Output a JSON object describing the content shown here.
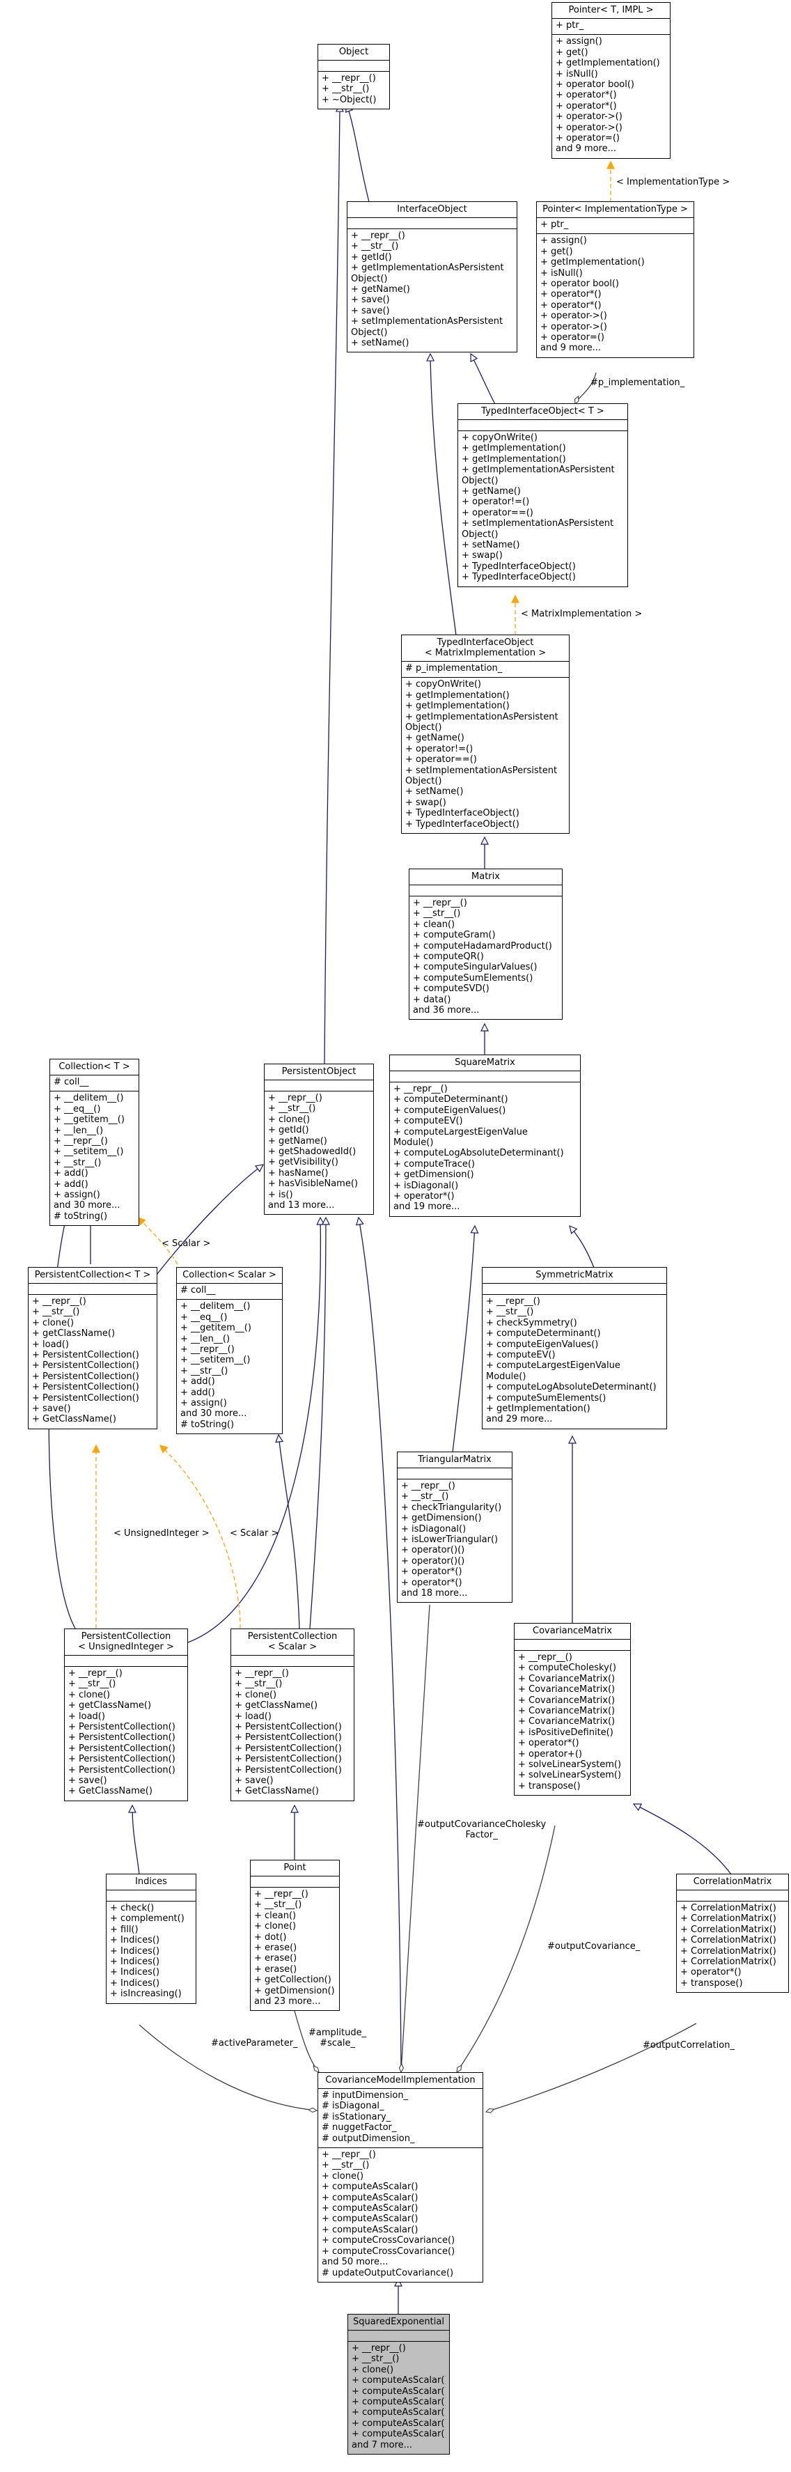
{
  "nodes": {
    "pointer_t_impl": {
      "title": [
        "Pointer< T, IMPL >"
      ],
      "attributes": [
        "+ ptr_"
      ],
      "methods": [
        "+ assign()",
        "+ get()",
        "+ getImplementation()",
        "+ isNull()",
        "+ operator bool()",
        "+ operator*()",
        "+ operator*()",
        "+ operator->()",
        "+ operator->()",
        "+ operator=()",
        "and 9 more..."
      ]
    },
    "object": {
      "title": [
        "Object"
      ],
      "attributes": [],
      "methods": [
        "+ __repr__()",
        "+ __str__()",
        "+ ~Object()"
      ]
    },
    "interface_object": {
      "title": [
        "InterfaceObject"
      ],
      "attributes": [],
      "methods": [
        "+ __repr__()",
        "+ __str__()",
        "+ getId()",
        "+ getImplementationAsPersistent",
        "Object()",
        "+ getName()",
        "+ save()",
        "+ save()",
        "+ setImplementationAsPersistent",
        "Object()",
        "+ setName()"
      ]
    },
    "pointer_impl_type": {
      "title": [
        "Pointer< ImplementationType >"
      ],
      "attributes": [
        "+ ptr_"
      ],
      "methods": [
        "+ assign()",
        "+ get()",
        "+ getImplementation()",
        "+ isNull()",
        "+ operator bool()",
        "+ operator*()",
        "+ operator*()",
        "+ operator->()",
        "+ operator->()",
        "+ operator=()",
        "and 9 more..."
      ]
    },
    "typed_interface_object_t": {
      "title": [
        "TypedInterfaceObject< T >"
      ],
      "attributes": [],
      "methods": [
        "+ copyOnWrite()",
        "+ getImplementation()",
        "+ getImplementation()",
        "+ getImplementationAsPersistent",
        "Object()",
        "+ getName()",
        "+ operator!=()",
        "+ operator==()",
        "+ setImplementationAsPersistent",
        "Object()",
        "+ setName()",
        "+ swap()",
        "+ TypedInterfaceObject()",
        "+ TypedInterfaceObject()"
      ]
    },
    "typed_interface_object_matrix": {
      "title": [
        "TypedInterfaceObject",
        "< MatrixImplementation >"
      ],
      "attributes": [
        "# p_implementation_"
      ],
      "methods": [
        "+ copyOnWrite()",
        "+ getImplementation()",
        "+ getImplementation()",
        "+ getImplementationAsPersistent",
        "Object()",
        "+ getName()",
        "+ operator!=()",
        "+ operator==()",
        "+ setImplementationAsPersistent",
        "Object()",
        "+ setName()",
        "+ swap()",
        "+ TypedInterfaceObject()",
        "+ TypedInterfaceObject()"
      ]
    },
    "matrix": {
      "title": [
        "Matrix"
      ],
      "attributes": [],
      "methods": [
        "+ __repr__()",
        "+ __str__()",
        "+ clean()",
        "+ computeGram()",
        "+ computeHadamardProduct()",
        "+ computeQR()",
        "+ computeSingularValues()",
        "+ computeSumElements()",
        "+ computeSVD()",
        "+ data()",
        "and 36 more..."
      ]
    },
    "collection_t": {
      "title": [
        "Collection< T >"
      ],
      "attributes": [
        "# coll__"
      ],
      "methods": [
        "+ __delitem__()",
        "+ __eq__()",
        "+ __getitem__()",
        "+ __len__()",
        "+ __repr__()",
        "+ __setitem__()",
        "+ __str__()",
        "+ add()",
        "+ add()",
        "+ assign()",
        "and 30 more...",
        "# toString()"
      ]
    },
    "persistent_object": {
      "title": [
        "PersistentObject"
      ],
      "attributes": [],
      "methods": [
        "+ __repr__()",
        "+ __str__()",
        "+ clone()",
        "+ getId()",
        "+ getName()",
        "+ getShadowedId()",
        "+ getVisibility()",
        "+ hasName()",
        "+ hasVisibleName()",
        "+ is()",
        "and 13 more..."
      ]
    },
    "square_matrix": {
      "title": [
        "SquareMatrix"
      ],
      "attributes": [],
      "methods": [
        "+ __repr__()",
        "+ computeDeterminant()",
        "+ computeEigenValues()",
        "+ computeEV()",
        "+ computeLargestEigenValue",
        "Module()",
        "+ computeLogAbsoluteDeterminant()",
        "+ computeTrace()",
        "+ getDimension()",
        "+ isDiagonal()",
        "+ operator*()",
        "and 19 more..."
      ]
    },
    "persistent_collection_t": {
      "title": [
        "PersistentCollection< T >"
      ],
      "attributes": [],
      "methods": [
        "+ __repr__()",
        "+ __str__()",
        "+ clone()",
        "+ getClassName()",
        "+ load()",
        "+ PersistentCollection()",
        "+ PersistentCollection()",
        "+ PersistentCollection()",
        "+ PersistentCollection()",
        "+ PersistentCollection()",
        "+ save()",
        "+ GetClassName()"
      ]
    },
    "collection_scalar": {
      "title": [
        "Collection< Scalar >"
      ],
      "attributes": [
        "# coll__"
      ],
      "methods": [
        "+ __delitem__()",
        "+ __eq__()",
        "+ __getitem__()",
        "+ __len__()",
        "+ __repr__()",
        "+ __setitem__()",
        "+ __str__()",
        "+ add()",
        "+ add()",
        "+ assign()",
        "and 30 more...",
        "# toString()"
      ]
    },
    "symmetric_matrix": {
      "title": [
        "SymmetricMatrix"
      ],
      "attributes": [],
      "methods": [
        "+ __repr__()",
        "+ __str__()",
        "+ checkSymmetry()",
        "+ computeDeterminant()",
        "+ computeEigenValues()",
        "+ computeEV()",
        "+ computeLargestEigenValue",
        "Module()",
        "+ computeLogAbsoluteDeterminant()",
        "+ computeSumElements()",
        "+ getImplementation()",
        "and 29 more..."
      ]
    },
    "triangular_matrix": {
      "title": [
        "TriangularMatrix"
      ],
      "attributes": [],
      "methods": [
        "+ __repr__()",
        "+ __str__()",
        "+ checkTriangularity()",
        "+ getDimension()",
        "+ isDiagonal()",
        "+ isLowerTriangular()",
        "+ operator()()",
        "+ operator()()",
        "+ operator*()",
        "+ operator*()",
        "and 18 more..."
      ]
    },
    "persistent_collection_uint": {
      "title": [
        "PersistentCollection",
        "< UnsignedInteger >"
      ],
      "attributes": [],
      "methods": [
        "+ __repr__()",
        "+ __str__()",
        "+ clone()",
        "+ getClassName()",
        "+ load()",
        "+ PersistentCollection()",
        "+ PersistentCollection()",
        "+ PersistentCollection()",
        "+ PersistentCollection()",
        "+ PersistentCollection()",
        "+ save()",
        "+ GetClassName()"
      ]
    },
    "persistent_collection_scalar": {
      "title": [
        "PersistentCollection",
        "< Scalar >"
      ],
      "attributes": [],
      "methods": [
        "+ __repr__()",
        "+ __str__()",
        "+ clone()",
        "+ getClassName()",
        "+ load()",
        "+ PersistentCollection()",
        "+ PersistentCollection()",
        "+ PersistentCollection()",
        "+ PersistentCollection()",
        "+ PersistentCollection()",
        "+ save()",
        "+ GetClassName()"
      ]
    },
    "covariance_matrix": {
      "title": [
        "CovarianceMatrix"
      ],
      "attributes": [],
      "methods": [
        "+ __repr__()",
        "+ computeCholesky()",
        "+ CovarianceMatrix()",
        "+ CovarianceMatrix()",
        "+ CovarianceMatrix()",
        "+ CovarianceMatrix()",
        "+ CovarianceMatrix()",
        "+ isPositiveDefinite()",
        "+ operator*()",
        "+ operator+()",
        "+ solveLinearSystem()",
        "+ solveLinearSystem()",
        "+ transpose()"
      ]
    },
    "indices": {
      "title": [
        "Indices"
      ],
      "attributes": [],
      "methods": [
        "+ check()",
        "+ complement()",
        "+ fill()",
        "+ Indices()",
        "+ Indices()",
        "+ Indices()",
        "+ Indices()",
        "+ Indices()",
        "+ isIncreasing()"
      ]
    },
    "point": {
      "title": [
        "Point"
      ],
      "attributes": [],
      "methods": [
        "+ __repr__()",
        "+ __str__()",
        "+ clean()",
        "+ clone()",
        "+ dot()",
        "+ erase()",
        "+ erase()",
        "+ erase()",
        "+ getCollection()",
        "+ getDimension()",
        "and 23 more..."
      ]
    },
    "correlation_matrix": {
      "title": [
        "CorrelationMatrix"
      ],
      "attributes": [],
      "methods": [
        "+ CorrelationMatrix()",
        "+ CorrelationMatrix()",
        "+ CorrelationMatrix()",
        "+ CorrelationMatrix()",
        "+ CorrelationMatrix()",
        "+ CorrelationMatrix()",
        "+ operator*()",
        "+ transpose()"
      ]
    },
    "covariance_model_impl": {
      "title": [
        "CovarianceModelImplementation"
      ],
      "attributes": [
        "# inputDimension_",
        "# isDiagonal_",
        "# isStationary_",
        "# nuggetFactor_",
        "# outputDimension_"
      ],
      "methods": [
        "+ __repr__()",
        "+ __str__()",
        "+ clone()",
        "+ computeAsScalar()",
        "+ computeAsScalar()",
        "+ computeAsScalar()",
        "+ computeAsScalar()",
        "+ computeAsScalar()",
        "+ computeCrossCovariance()",
        "+ computeCrossCovariance()",
        "and 50 more...",
        "# updateOutputCovariance()"
      ]
    },
    "squared_exponential": {
      "title": [
        "SquaredExponential"
      ],
      "attributes": [],
      "methods": [
        "+ __repr__()",
        "+ __str__()",
        "+ clone()",
        "+ computeAsScalar()",
        "+ computeAsScalar()",
        "+ computeAsScalar()",
        "+ computeAsScalar()",
        "+ computeAsScalar()",
        "+ computeAsScalar()",
        "and 7 more..."
      ]
    }
  },
  "edge_labels": {
    "impl_type": "< ImplementationType >",
    "p_implementation": "#p_implementation_",
    "matrix_impl": "< MatrixImplementation >",
    "scalar_left": "< Scalar >",
    "unsigned_integer": "< UnsignedInteger >",
    "scalar_right": "< Scalar >",
    "output_cov_cholesky": "#outputCovarianceCholesky\nFactor_",
    "output_covariance": "#outputCovariance_",
    "output_correlation": "#outputCorrelation_",
    "active_parameter": "#activeParameter_",
    "amplitude_scale": "#amplitude_\n#scale_"
  },
  "colors": {
    "inheritance": "#191970",
    "template_instance": "#ffa500",
    "usage": "#404040",
    "highlighted_node_fill": "#bfbfbf"
  }
}
